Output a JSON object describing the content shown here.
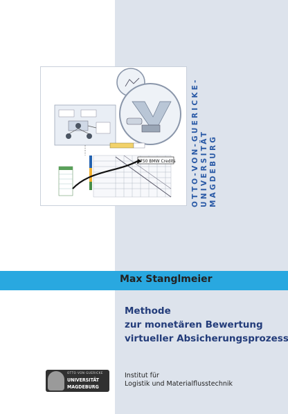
{
  "cover": {
    "vertical_title_line1": "OTTO-VON-GUERICKE-",
    "vertical_title_line2": "UNIVERSITÄT",
    "vertical_title_line3": "MAGDEBURG",
    "author": "Max Stanglmeier",
    "title_lines": [
      "Methode",
      "zur monetären Bewertung",
      "virtueller Absicherungsprozesse"
    ],
    "institute_lines": [
      "Institut für",
      "Logistik und Materialflusstechnik"
    ],
    "logo": {
      "line1": "OTTO VON GUERICKE",
      "line2": "UNIVERSITÄT",
      "line3": "MAGDEBURG"
    },
    "graphic_label": "750 BMW Credits",
    "colors": {
      "accent_band": "#29a8e0",
      "title": "#233c7a",
      "vertical_title": "#2a5aa6",
      "right_panel": "#dde3ec"
    }
  }
}
